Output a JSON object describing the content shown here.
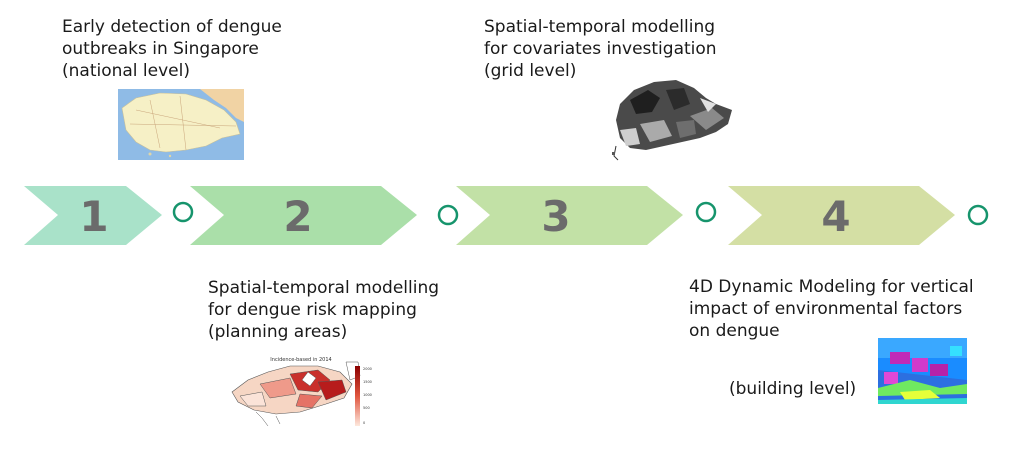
{
  "steps": [
    {
      "number": "1",
      "lines": [
        "Early detection of dengue",
        "outbreaks in Singapore",
        "(national level)"
      ],
      "color": "#a9e2c9"
    },
    {
      "number": "2",
      "lines": [
        "Spatial-temporal modelling",
        "for dengue risk mapping",
        "(planning areas)"
      ],
      "color": "#aadfa9"
    },
    {
      "number": "3",
      "lines": [
        "Spatial-temporal modelling",
        "for covariates investigation",
        "(grid level)"
      ],
      "color": "#c2e1a6"
    },
    {
      "number": "4",
      "lines": [
        "4D Dynamic Modeling for vertical",
        "impact of environmental factors",
        "on dengue"
      ],
      "extra": "(building level)",
      "color": "#d4dfa4"
    }
  ],
  "marker_color": "#16946c",
  "thumbnails": {
    "map2_title": "Incidence-based in 2014",
    "map2_scale": [
      "2000",
      "1500",
      "1000",
      "500",
      "0"
    ]
  }
}
